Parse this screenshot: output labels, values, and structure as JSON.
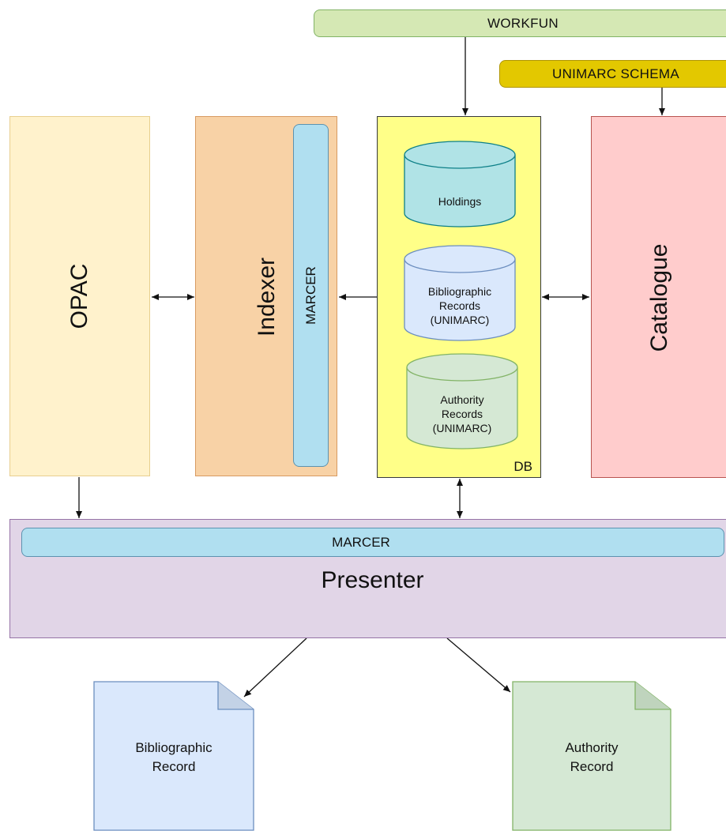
{
  "workfun": {
    "label": "WORKFUN"
  },
  "unimarc_schema": {
    "label": "UNIMARC SCHEMA"
  },
  "opac": {
    "label": "OPAC"
  },
  "indexer": {
    "label": "Indexer",
    "marcer_label": "MARCER"
  },
  "db": {
    "label": "DB",
    "holdings": {
      "label": "Holdings"
    },
    "bibliographic": {
      "line1": "Bibliographic",
      "line2": "Records",
      "line3": "(UNIMARC)"
    },
    "authority": {
      "line1": "Authority",
      "line2": "Records",
      "line3": "(UNIMARC)"
    }
  },
  "catalogue": {
    "label": "Catalogue"
  },
  "presenter": {
    "label": "Presenter",
    "marcer_label": "MARCER"
  },
  "bib_record": {
    "line1": "Bibliographic",
    "line2": "Record"
  },
  "auth_record": {
    "line1": "Authority",
    "line2": "Record"
  },
  "colors": {
    "workfun": "#d5e8b4",
    "unimarc_schema": "#e3c800",
    "opac": "#fff2cc",
    "indexer": "#f8d2a6",
    "marcer": "#b0dff0",
    "db": "#ffff88",
    "catalogue": "#ffcccc",
    "presenter": "#e1d5e7",
    "holdings": "#b0e3e6",
    "bibliographic": "#dae8fc",
    "authority": "#d5e8d4"
  }
}
